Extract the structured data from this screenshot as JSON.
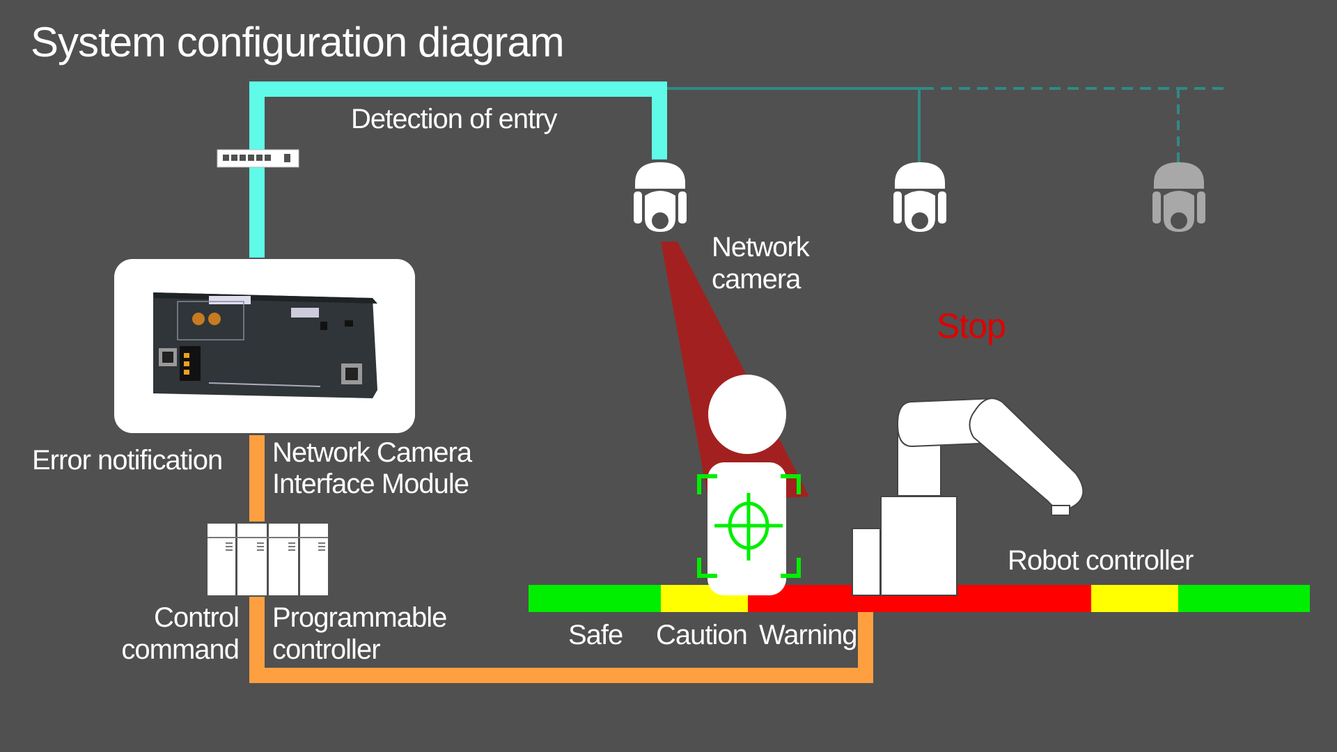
{
  "title": "System configuration diagram",
  "labels": {
    "detection": "Detection of entry",
    "network_camera": [
      "Network",
      "camera"
    ],
    "stop": "Stop",
    "error_notification": "Error notification",
    "module": [
      "Network Camera",
      "Interface Module"
    ],
    "control_command": [
      "Control",
      "command"
    ],
    "plc": [
      "Programmable",
      "controller"
    ],
    "robot_controller": "Robot controller"
  },
  "zones": [
    {
      "label": "Safe",
      "color": "#00ee00"
    },
    {
      "label": "Caution",
      "color": "#ffff00"
    },
    {
      "label": "Warning",
      "color": "#ff0000"
    }
  ],
  "colors": {
    "background": "#505050",
    "network": "#5ffbe8",
    "network_thin": "#2f8a86",
    "control": "#ffa040",
    "stop": "#e00000",
    "detection_cone": "#a32020",
    "target": "#00ee00"
  }
}
